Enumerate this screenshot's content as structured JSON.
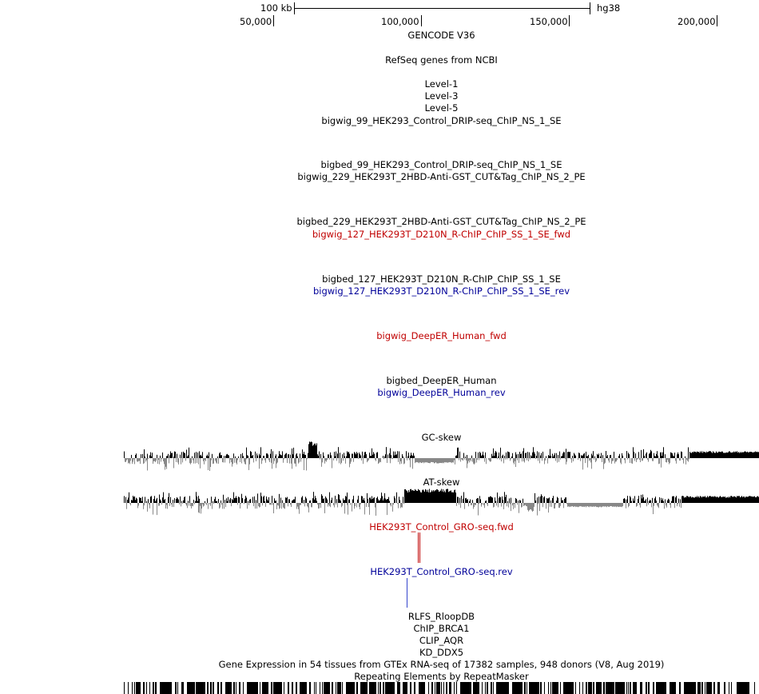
{
  "colors": {
    "red": "#c00000",
    "blue": "#000099",
    "black": "#000000",
    "gray": "#888888"
  },
  "scale": {
    "label": "100 kb",
    "assembly": "hg38"
  },
  "ruler": {
    "ticks": [
      "50,000",
      "100,000",
      "150,000",
      "200,000"
    ]
  },
  "tracks": {
    "gencode": "GENCODE V36",
    "refseq": "RefSeq genes from NCBI",
    "level1": "Level-1",
    "level3": "Level-3",
    "level5": "Level-5",
    "bigwig_99": "bigwig_99_HEK293_Control_DRIP-seq_ChIP_NS_1_SE",
    "bigbed_99": "bigbed_99_HEK293_Control_DRIP-seq_ChIP_NS_1_SE",
    "bigwig_229": "bigwig_229_HEK293T_2HBD-Anti-GST_CUT&Tag_ChIP_NS_2_PE",
    "bigbed_229": "bigbed_229_HEK293T_2HBD-Anti-GST_CUT&Tag_ChIP_NS_2_PE",
    "bigwig_127_fwd": "bigwig_127_HEK293T_D210N_R-ChIP_ChIP_SS_1_SE_fwd",
    "bigbed_127": "bigbed_127_HEK293T_D210N_R-ChIP_ChIP_SS_1_SE",
    "bigwig_127_rev": "bigwig_127_HEK293T_D210N_R-ChIP_ChIP_SS_1_SE_rev",
    "deeper_fwd": "bigwig_DeepER_Human_fwd",
    "deeper_bed": "bigbed_DeepER_Human",
    "deeper_rev": "bigwig_DeepER_Human_rev",
    "gc_skew": "GC-skew",
    "at_skew": "AT-skew",
    "gro_fwd": "HEK293T_Control_GRO-seq.fwd",
    "gro_rev": "HEK293T_Control_GRO-seq.rev",
    "rlfs": "RLFS_RloopDB",
    "chip_brca1": "ChIP_BRCA1",
    "clip_aqr": "CLIP_AQR",
    "kd_ddx5": "KD_DDX5",
    "gtex": "Gene Expression in 54 tissues from GTEx RNA-seq of 17382 samples, 948 donors (V8, Aug 2019)",
    "repeatmasker": "Repeating Elements by RepeatMasker"
  }
}
